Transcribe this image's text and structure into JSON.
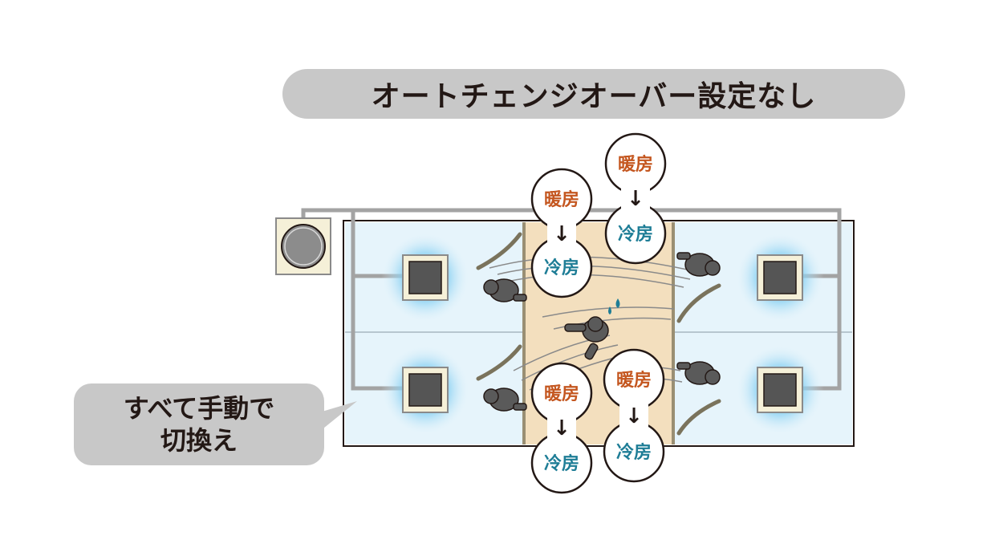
{
  "title": "オートチェンジオーバー設定なし",
  "callout": {
    "line1": "すべて手動で",
    "line2": "切換え"
  },
  "switch_labels": {
    "heat": "暖房",
    "cool": "冷房",
    "arrow": "↓"
  },
  "colors": {
    "heat_text": "#c4561f",
    "cool_text": "#1e7d96",
    "room_fill": "#e6f4fb",
    "corridor_fill": "#f3dfbe",
    "pipe": "#a3a3a3",
    "pill": "#c8c8c8"
  }
}
